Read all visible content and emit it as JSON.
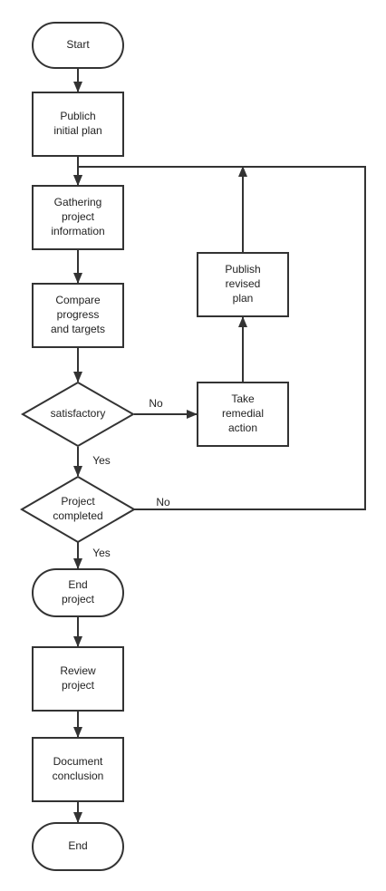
{
  "flowchart": {
    "nodes": {
      "start": {
        "type": "terminal",
        "lines": [
          "Start"
        ]
      },
      "publish_initial": {
        "type": "process",
        "lines": [
          "Publich",
          "initial plan"
        ]
      },
      "gathering": {
        "type": "process",
        "lines": [
          "Gathering",
          "project",
          "information"
        ]
      },
      "compare": {
        "type": "process",
        "lines": [
          "Compare",
          "progress",
          "and targets"
        ]
      },
      "satisfactory": {
        "type": "decision",
        "lines": [
          "satisfactory"
        ]
      },
      "take_remedial": {
        "type": "process",
        "lines": [
          "Take",
          "remedial",
          "action"
        ]
      },
      "publish_revised": {
        "type": "process",
        "lines": [
          "Publish",
          "revised",
          "plan"
        ]
      },
      "project_completed": {
        "type": "decision",
        "lines": [
          "Project",
          "completed"
        ]
      },
      "end_project": {
        "type": "terminal",
        "lines": [
          "End",
          "project"
        ]
      },
      "review": {
        "type": "process",
        "lines": [
          "Review",
          "project"
        ]
      },
      "document": {
        "type": "process",
        "lines": [
          "Document",
          "conclusion"
        ]
      },
      "end": {
        "type": "terminal",
        "lines": [
          "End"
        ]
      }
    },
    "edges": [
      {
        "from": "start",
        "to": "publish_initial",
        "label": ""
      },
      {
        "from": "publish_initial",
        "to": "gathering",
        "label": ""
      },
      {
        "from": "gathering",
        "to": "compare",
        "label": ""
      },
      {
        "from": "compare",
        "to": "satisfactory",
        "label": ""
      },
      {
        "from": "satisfactory",
        "to": "take_remedial",
        "label": "No"
      },
      {
        "from": "take_remedial",
        "to": "publish_revised",
        "label": ""
      },
      {
        "from": "publish_revised",
        "to": "gathering",
        "label": ""
      },
      {
        "from": "satisfactory",
        "to": "project_completed",
        "label": "Yes"
      },
      {
        "from": "project_completed",
        "to": "gathering",
        "label": "No"
      },
      {
        "from": "project_completed",
        "to": "end_project",
        "label": "Yes"
      },
      {
        "from": "end_project",
        "to": "review",
        "label": ""
      },
      {
        "from": "review",
        "to": "document",
        "label": ""
      },
      {
        "from": "document",
        "to": "end",
        "label": ""
      }
    ]
  }
}
